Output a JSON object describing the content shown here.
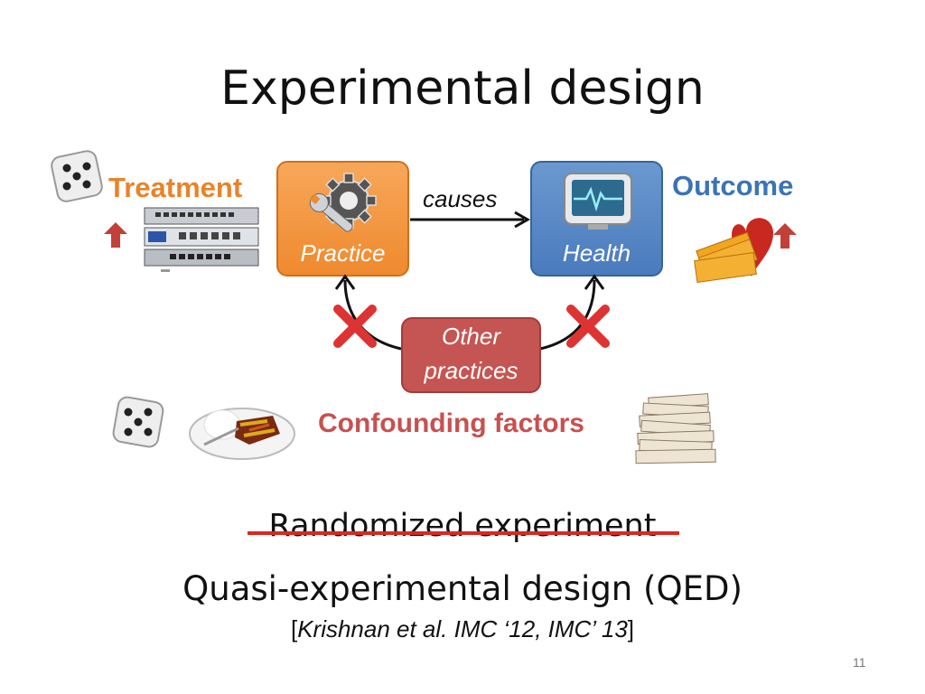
{
  "slide": {
    "title": "Experimental design",
    "page_number": "11"
  },
  "diagram": {
    "treatment_label": "Treatment",
    "outcome_label": "Outcome",
    "practice_label": "Practice",
    "health_label": "Health",
    "causes_label": "causes",
    "other_line1": "Other",
    "other_line2": "practices",
    "confounding_label": "Confounding factors"
  },
  "footer": {
    "struck_text": "Randomized experiment",
    "qed_text": "Quasi-experimental design (QED)",
    "cite_open": "[",
    "cite_text": "Krishnan et al. IMC ‘12, IMC’ 13",
    "cite_close": "]"
  },
  "colors": {
    "treatment": "#e8832a",
    "outcome": "#3b74b6",
    "confounding": "#c8504f",
    "strike": "#d62a22"
  },
  "icons": [
    "dice-icon",
    "network-switch-icon",
    "gear-wrench-icon",
    "monitor-heartbeat-icon",
    "ticket-heart-icon",
    "food-plate-icon",
    "paper-stack-icon",
    "up-arrow-icon",
    "x-mark-icon"
  ]
}
